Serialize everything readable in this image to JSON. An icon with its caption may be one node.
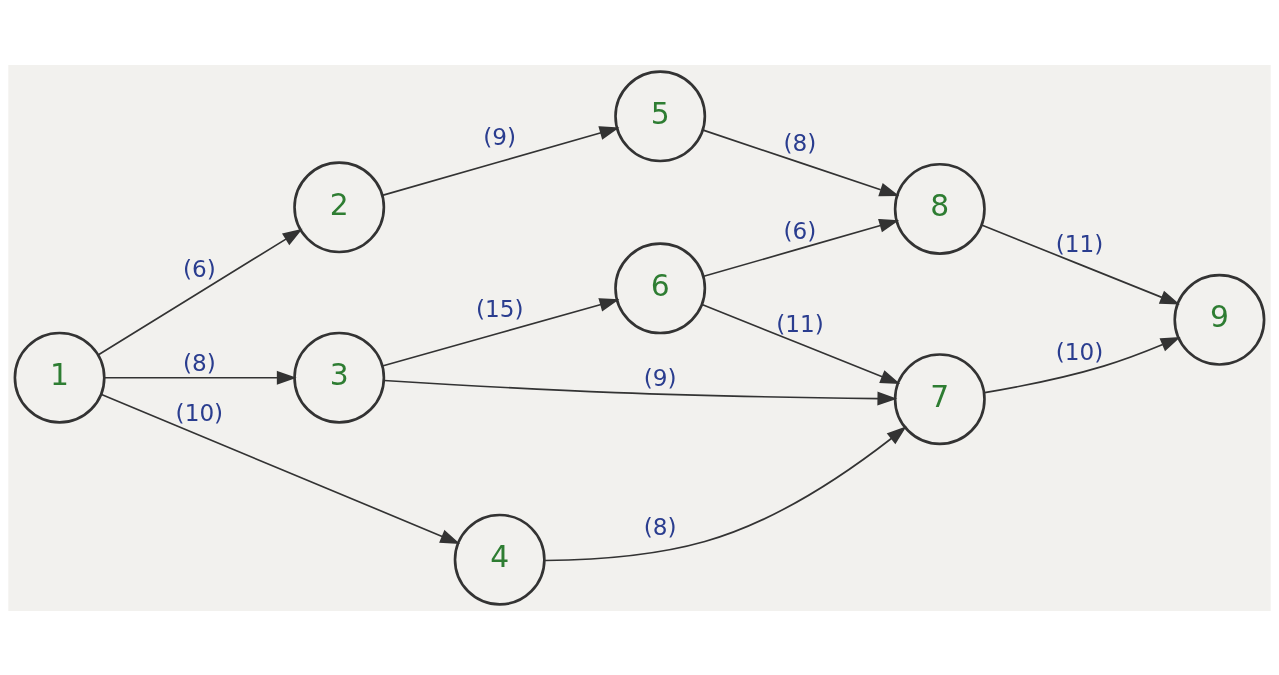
{
  "diagram": {
    "nodes": [
      {
        "text": [
          "1"
        ]
      },
      {
        "text": [
          "2"
        ]
      },
      {
        "text": [
          "3"
        ]
      },
      {
        "text": [
          "4"
        ]
      },
      {
        "text": [
          "5"
        ]
      },
      {
        "text": [
          "6"
        ]
      },
      {
        "text": [
          "7"
        ]
      },
      {
        "text": [
          "8"
        ]
      },
      {
        "text": [
          "9"
        ]
      }
    ],
    "edges": [
      {
        "from": 0,
        "to": 1,
        "arrow": "to",
        "label": "(6)"
      },
      {
        "from": 0,
        "to": 2,
        "arrow": "to",
        "label": "(8)"
      },
      {
        "from": 0,
        "to": 3,
        "arrow": "to",
        "label": "(10)"
      },
      {
        "from": 1,
        "to": 4,
        "arrow": "to",
        "label": "(9)"
      },
      {
        "from": 4,
        "to": 7,
        "arrow": "to",
        "label": "(8)"
      },
      {
        "from": 2,
        "to": 5,
        "arrow": "to",
        "label": "(15)"
      },
      {
        "from": 5,
        "to": 7,
        "arrow": "to",
        "label": "(6)"
      },
      {
        "from": 2,
        "to": 6,
        "arrow": "to",
        "label": "(9)"
      },
      {
        "from": 5,
        "to": 6,
        "arrow": "to",
        "label": "(11)"
      },
      {
        "from": 3,
        "to": 6,
        "arrow": "to",
        "label": "(8)"
      },
      {
        "from": 7,
        "to": 8,
        "arrow": "to",
        "label": "(11)"
      },
      {
        "from": 6,
        "to": 8,
        "arrow": "to",
        "label": "(10)"
      }
    ]
  }
}
